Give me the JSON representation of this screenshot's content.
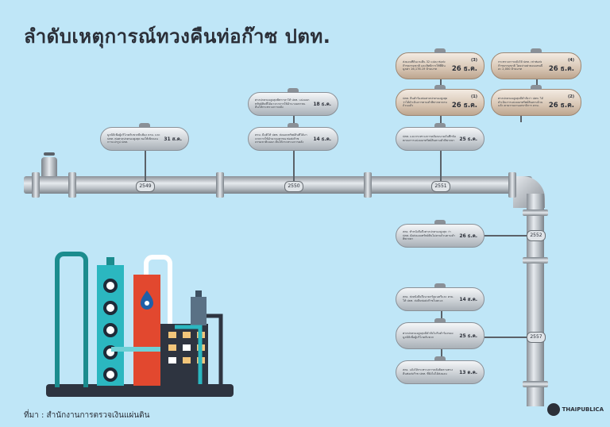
{
  "title": "ลำดับเหตุการณ์ทวงคืนท่อก๊าซ ปตท.",
  "source": "ที่มา : สำนักงานการตรวจเงินแผ่นดิน",
  "brand": "THAIPUBLICA",
  "years": [
    "2549",
    "2550",
    "2551",
    "2552",
    "2557"
  ],
  "events": [
    {
      "id": "e1",
      "text": "มูลนิธิเพื่อผู้บริโภคกับพวกยื่นฟ้อง ครม. และ ปตท. ต่อศาลปกครองสูงสุด ขอให้เพิกถอนการแปรรูป ปตท.",
      "num": "",
      "date": "31 ส.ค."
    },
    {
      "id": "e2",
      "text": "ศาลปกครองสูงสุดพิพากษาให้ ปตท. แบ่งแยกทรัพย์สินที่ได้มาจากการใช้อำนาจมหาชน คืนให้กระทรวงการคลัง",
      "num": "",
      "date": "18 ธ.ค."
    },
    {
      "id": "e3",
      "text": "ครม. มีมติให้ ปตท. ส่งมอบทรัพย์สินที่ได้มาจากการใช้อำนาจมหาชน ท่อส่งก๊าซธรรมชาติบนบก คืนให้กระทรวงการคลัง",
      "num": "",
      "date": "14 ธ.ค."
    },
    {
      "id": "e4",
      "text": "ปตท. และกระทรวงการคลังลงนามบันทึกข้อตกลงการแบ่งแยกทรัพย์สินตามคำพิพากษา",
      "num": "",
      "date": "25 ธ.ค."
    },
    {
      "id": "e5",
      "text": "ปตท. ยื่นคำร้องต่อศาลปกครองสูงสุดว่าได้ดำเนินการตามคำพิพากษาครบถ้วนแล้ว",
      "num": "(1)",
      "date": "26 ธ.ค."
    },
    {
      "id": "e6",
      "text": "ศาลปกครองสูงสุดมีคำสั่งว่า ปตท. ได้ดำเนินการแบ่งแยกทรัพย์สินครบถ้วนแล้ว ตามรายงานเลขาธิการ ครม.",
      "num": "(2)",
      "date": "26 ธ.ค."
    },
    {
      "id": "e7",
      "text": "ส่งมอบที่ดินเวนคืน 32 แปลง ท่อส่งก๊าซธรรมชาติ และสิทธิการใช้ที่ดิน มูลค่า 16,176.19 ล้านบาท",
      "num": "(3)",
      "date": "26 ธ.ค."
    },
    {
      "id": "e8",
      "text": "กระทรวงการคลังให้ ปตท. เช่าท่อส่งก๊าซธรรมชาติ โดยจ่ายค่าตอบแทนปีละ 2,000 ล้านบาท",
      "num": "(4)",
      "date": "26 ธ.ค."
    },
    {
      "id": "e9",
      "text": "สตง. ทำหนังสือถึงศาลปกครองสูงสุด ว่า ปตท. ยังส่งมอบทรัพย์สินไม่ครบถ้วนตามคำพิพากษา",
      "num": "",
      "date": "26 ธ.ค."
    },
    {
      "id": "e10",
      "text": "สตง. ส่งหนังสือถึงนายกรัฐมนตรีและ ครม. ให้ ปตท. ส่งคืนท่อส่งก๊าซในทะเล",
      "num": "",
      "date": "14 ส.ค."
    },
    {
      "id": "e11",
      "text": "ศาลปกครองสูงสุดมีคำสั่งไม่รับคำร้องของมูลนิธิเพื่อผู้บริโภคกับพวก",
      "num": "",
      "date": "25 ธ.ค."
    },
    {
      "id": "e12",
      "text": "สตง. แจ้งให้กระทรวงการคลังติดตามทวงคืนท่อส่งก๊าซ ปตท. ที่ยังไม่ได้ส่งมอบ",
      "num": "",
      "date": "13 ต.ค."
    }
  ]
}
